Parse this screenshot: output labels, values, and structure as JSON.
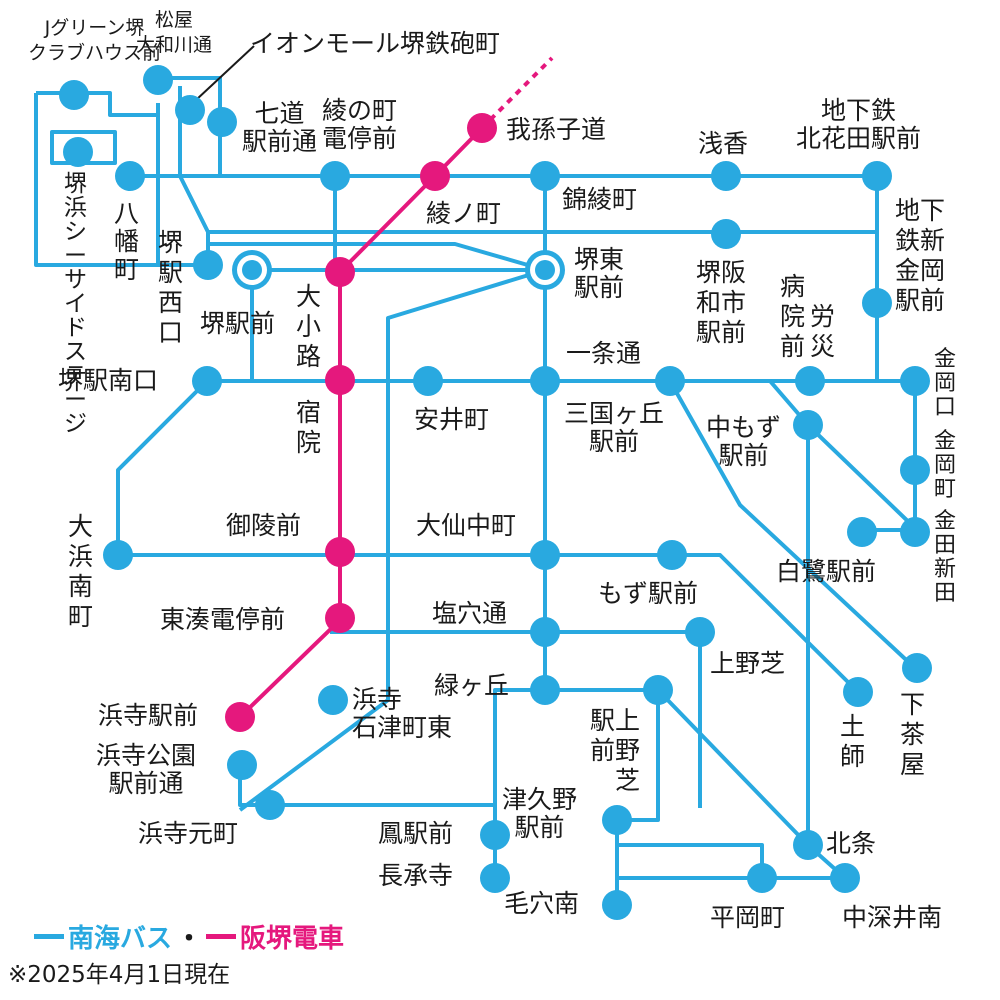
{
  "colors": {
    "bus": "#29a9e0",
    "tram": "#e5187d",
    "text": "#1a1a1a"
  },
  "stations": {
    "j_green": "Jグリーン堺\nクラブハウス前",
    "matsuya": "松屋\n大和川通",
    "aeon": "イオンモール堺鉄砲町",
    "shichido": "七道\n駅前通",
    "ayanocho_tei": "綾の町\n電停前",
    "abikomichi": "我孫子道",
    "asaka": "浅香",
    "kitahanada": "地下鉄\n北花田駅前",
    "sakaihama": "堺浜シーサイドステージ",
    "yawata": "八幡町",
    "ayanocho": "綾ノ町",
    "nishikiayacho": "錦綾町",
    "shinkanaoka": "地下鉄新金岡駅前",
    "sakaieki_nishiguchi": "堺駅西口",
    "sakaieki_mae": "堺駅前",
    "oshoji": "大小路",
    "sakaihigashi": "堺東\n駅前",
    "sakaihanwa": "堺阪和市駅前",
    "byoin": "病院前",
    "rosai": "労災",
    "ichijodori": "一条通",
    "sakaieki_minamiguchi": "堺駅南口",
    "shukuin": "宿院",
    "yasuicho": "安井町",
    "mikunigaoka": "三国ヶ丘\n駅前",
    "nakamozu": "中もず\n駅前",
    "kanaokaguchi": "金岡口",
    "kanaokacho": "金岡町",
    "kanedashinden": "金田新田",
    "ohama_minami": "大浜南町",
    "goryomae": "御陵前",
    "daisen_nakamachi": "大仙中町",
    "shirasagi": "白鷺駅前",
    "mozu": "もず駅前",
    "higashiminato": "東湊電停前",
    "shioanadori": "塩穴通",
    "uenoshiba": "上野芝",
    "midorigaoka": "緑ヶ丘",
    "hamadera_ekimae": "浜寺駅前",
    "hamadera_ishizu": "浜寺\n石津町東",
    "hajishi": "土師",
    "shimochaya": "下茶屋",
    "kamino_shiba_ekimae": "駅上\n前野\n　芝",
    "hamadera_koen": "浜寺公園\n駅前通",
    "tsukuno": "津久野\n駅前",
    "hamadera_motomachi": "浜寺元町",
    "otori": "鳳駅前",
    "hokujo": "北条",
    "chojoji": "長承寺",
    "keanami": "毛穴南",
    "hiraokacho": "平岡町",
    "nakafukai": "中深井南"
  },
  "legend": {
    "bus": "南海バス",
    "separator": "・",
    "tram": "阪堺電車"
  },
  "note": "※2025年4月1日現在"
}
